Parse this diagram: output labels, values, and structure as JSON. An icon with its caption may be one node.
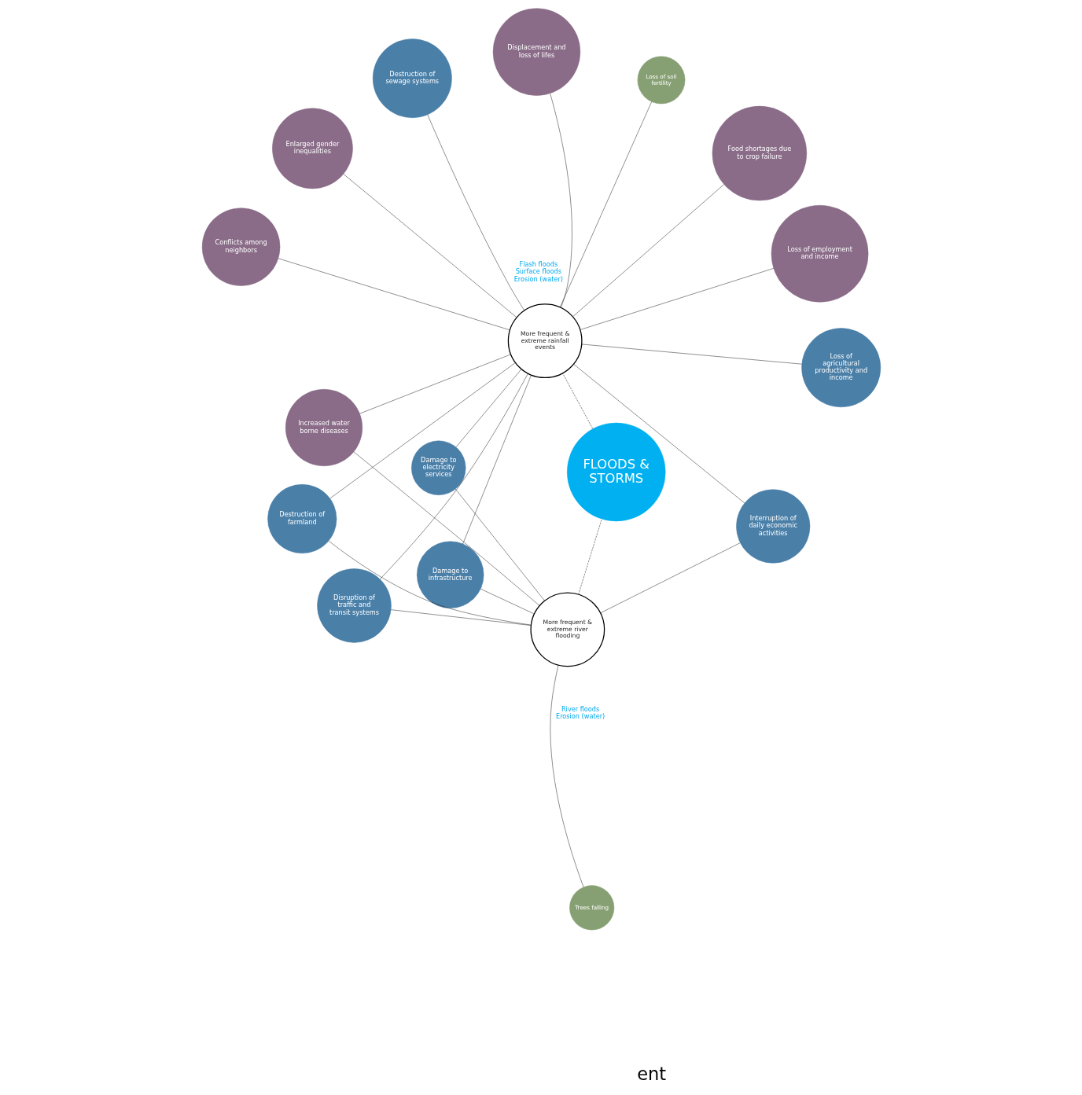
{
  "diagram": {
    "nodes": [
      {
        "text": [
          "Destruction of farmland"
        ]
      },
      {
        "text": [
          "Trees falling"
        ]
      },
      {
        "text": [
          "Damage to infrastructure"
        ]
      },
      {
        "text": [
          "Destruction of sewage systems"
        ]
      },
      {
        "text": [
          "Loss of soil fertility"
        ]
      },
      {
        "text": [
          "Enlarged gender inequalities"
        ]
      },
      {
        "text": [
          "Disruption of traffic and transit systems"
        ]
      },
      {
        "text": [
          "Food shortages due to crop failure"
        ]
      },
      {
        "text": [
          "More frequent & extreme river flooding"
        ],
        "beside": [
          "River floods",
          "Erosion (water)"
        ]
      },
      {
        "text": [
          "FLOODS & STORMS"
        ]
      },
      {
        "text": [
          "More frequent & extreme rainfall events"
        ],
        "beside": [
          "Flash floods",
          "Surface floods",
          "Erosion (water)"
        ]
      },
      {
        "text": [
          "Displacement and loss of lifes"
        ]
      },
      {
        "text": [
          "Interruption of daily economic activities"
        ]
      },
      {
        "text": [
          "Loss of employment and income"
        ]
      },
      {
        "text": [
          "Loss of agricultural productivity and income"
        ]
      },
      {
        "text": [
          "Conflicts among neighbors"
        ]
      },
      {
        "text": [
          "Increased water borne diseases"
        ]
      },
      {
        "text": [
          "Damage to electricity services"
        ]
      }
    ],
    "edges": [
      {
        "from": 8,
        "to": 9,
        "arrow": "none",
        "style": "dashed"
      },
      {
        "from": 9,
        "to": 10,
        "arrow": "none",
        "style": "dashed"
      },
      {
        "from": 8,
        "to": 1,
        "arrow": "none"
      },
      {
        "from": 8,
        "to": 0,
        "arrow": "none"
      },
      {
        "from": 8,
        "to": 2,
        "arrow": "none"
      },
      {
        "from": 8,
        "to": 6,
        "arrow": "none"
      },
      {
        "from": 8,
        "to": 12,
        "arrow": "none"
      },
      {
        "from": 8,
        "to": 16,
        "arrow": "none"
      },
      {
        "from": 8,
        "to": 17,
        "arrow": "none"
      },
      {
        "from": 10,
        "to": 0,
        "arrow": "none"
      },
      {
        "from": 10,
        "to": 2,
        "arrow": "none"
      },
      {
        "from": 10,
        "to": 3,
        "arrow": "none"
      },
      {
        "from": 10,
        "to": 4,
        "arrow": "none"
      },
      {
        "from": 10,
        "to": 5,
        "arrow": "none"
      },
      {
        "from": 10,
        "to": 7,
        "arrow": "none"
      },
      {
        "from": 10,
        "to": 6,
        "arrow": "none"
      },
      {
        "from": 10,
        "to": 11,
        "arrow": "none"
      },
      {
        "from": 10,
        "to": 13,
        "arrow": "none"
      },
      {
        "from": 10,
        "to": 15,
        "arrow": "none"
      },
      {
        "from": 10,
        "to": 14,
        "arrow": "none"
      },
      {
        "from": 10,
        "to": 12,
        "arrow": "none"
      },
      {
        "from": 10,
        "to": 16,
        "arrow": "none"
      },
      {
        "from": 10,
        "to": 17,
        "arrow": "none"
      }
    ],
    "labels": [
      "ent"
    ]
  }
}
